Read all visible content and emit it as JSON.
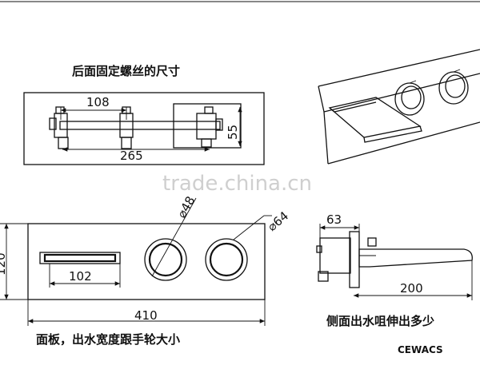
{
  "titles": {
    "mounting": "后面固定螺丝的尺寸",
    "panel": "面板，出水宽度跟手轮大小",
    "side": "侧面出水咀伸出多少"
  },
  "dimensions": {
    "screw_spacing": "108",
    "screw_total": "265",
    "box_height": "55",
    "handle_dia1": "⌀48",
    "handle_dia2": "⌀64",
    "panel_height": "120",
    "spout_width": "102",
    "panel_width": "410",
    "side_depth": "63",
    "spout_length": "200"
  },
  "watermark": "trade.china.cn",
  "certifications": "CEWACS"
}
